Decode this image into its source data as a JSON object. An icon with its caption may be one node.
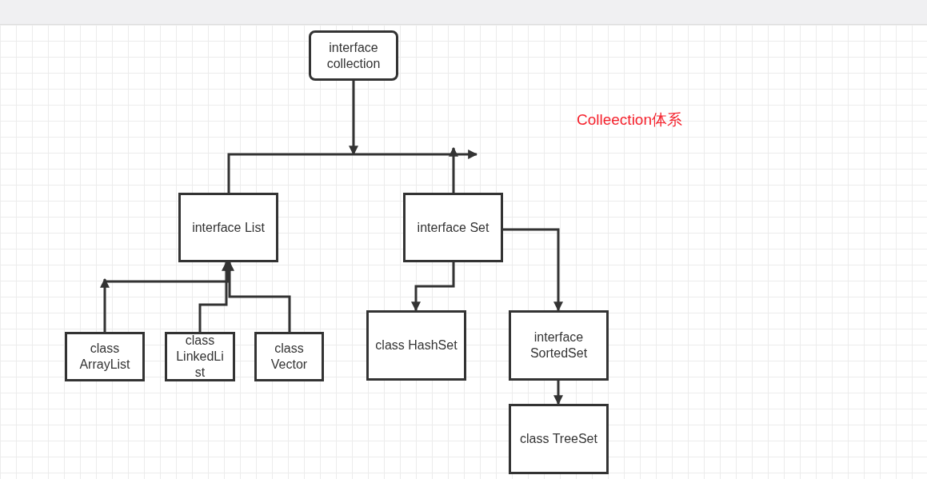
{
  "diagram": {
    "title": "Colleection体系",
    "nodes": [
      {
        "text": [
          "interface collection"
        ]
      },
      {
        "text": [
          "interface List"
        ]
      },
      {
        "text": [
          "interface Set"
        ]
      },
      {
        "text": [
          "class ArrayList"
        ]
      },
      {
        "text": [
          "class LinkedList"
        ]
      },
      {
        "text": [
          "class Vector"
        ]
      },
      {
        "text": [
          "class HashSet"
        ]
      },
      {
        "text": [
          "interface SortedSet"
        ]
      },
      {
        "text": [
          "class TreeSet"
        ]
      }
    ],
    "edges": [
      {
        "from": 0,
        "to": null,
        "arrow": "to"
      },
      {
        "from": 1,
        "to": null,
        "arrow": "to"
      },
      {
        "from": 2,
        "to": null,
        "arrow": "to"
      },
      {
        "from": 3,
        "to": null,
        "arrow": "to"
      },
      {
        "from": 1,
        "to": null,
        "arrow": "none"
      },
      {
        "from": 4,
        "to": 1,
        "arrow": "to"
      },
      {
        "from": 5,
        "to": 1,
        "arrow": "to"
      },
      {
        "from": 2,
        "to": 6,
        "arrow": "to"
      },
      {
        "from": 2,
        "to": 7,
        "arrow": "to"
      },
      {
        "from": 7,
        "to": 8,
        "arrow": "to"
      }
    ]
  }
}
